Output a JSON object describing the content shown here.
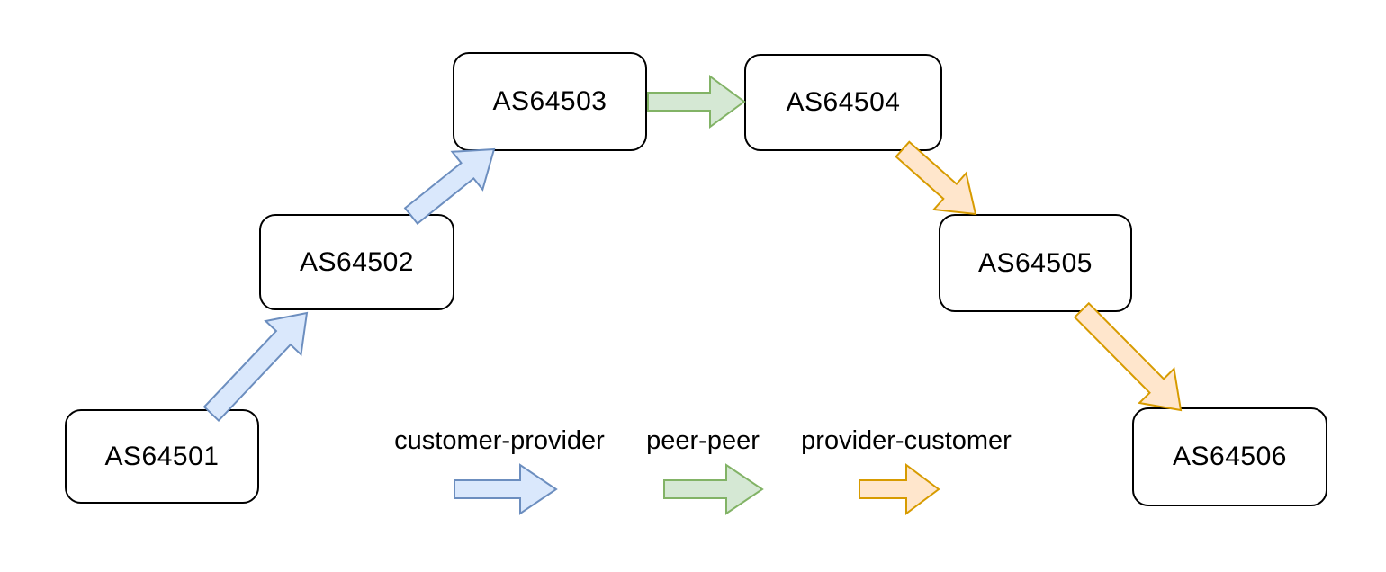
{
  "colors": {
    "background": "#ffffff",
    "node_fill": "#ffffff",
    "node_border": "#000000",
    "text": "#000000",
    "customer_provider_fill": "#dae8fc",
    "customer_provider_stroke": "#6c8ebf",
    "peer_peer_fill": "#d5e8d4",
    "peer_peer_stroke": "#82b366",
    "provider_customer_fill": "#ffe6cc",
    "provider_customer_stroke": "#d79b00"
  },
  "nodes": [
    {
      "label": "AS64501"
    },
    {
      "label": "AS64502"
    },
    {
      "label": "AS64503"
    },
    {
      "label": "AS64504"
    },
    {
      "label": "AS64505"
    },
    {
      "label": "AS64506"
    }
  ],
  "edges": [
    {
      "from": "AS64501",
      "to": "AS64502",
      "type": "customer-provider"
    },
    {
      "from": "AS64502",
      "to": "AS64503",
      "type": "customer-provider"
    },
    {
      "from": "AS64503",
      "to": "AS64504",
      "type": "peer-peer"
    },
    {
      "from": "AS64504",
      "to": "AS64505",
      "type": "provider-customer"
    },
    {
      "from": "AS64505",
      "to": "AS64506",
      "type": "provider-customer"
    }
  ],
  "legend": {
    "items": [
      {
        "label": "customer-provider"
      },
      {
        "label": "peer-peer"
      },
      {
        "label": "provider-customer"
      }
    ]
  }
}
